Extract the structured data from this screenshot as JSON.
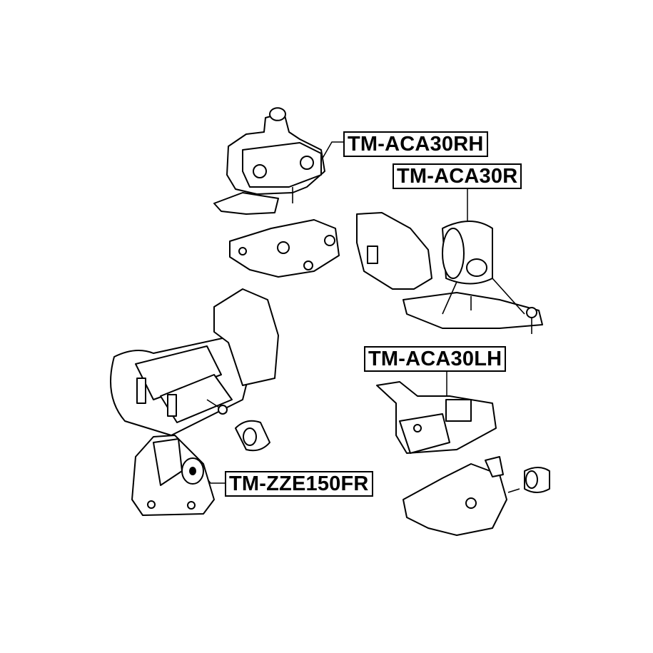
{
  "parts": [
    {
      "id": "rh",
      "label": "TM-ACA30RH"
    },
    {
      "id": "r",
      "label": "TM-ACA30R"
    },
    {
      "id": "lh",
      "label": "TM-ACA30LH"
    },
    {
      "id": "fr",
      "label": "TM-ZZE150FR"
    }
  ]
}
